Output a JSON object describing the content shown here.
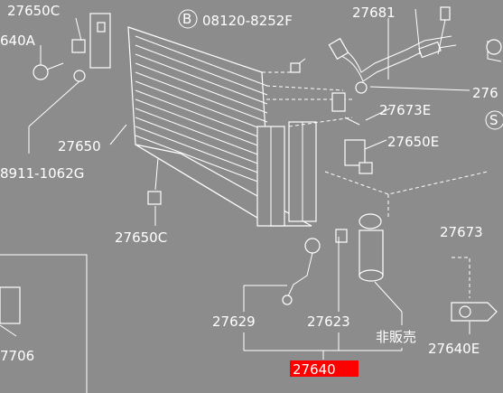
{
  "labels": {
    "p27650c_top": "27650C",
    "p640a": "640A",
    "b_circle": "B",
    "p08120": "08120-8252F",
    "p27681": "27681",
    "p276_right": "276",
    "p27673e": "27673E",
    "s_circle": "S",
    "p27650": "27650",
    "p27650e": "27650E",
    "p08911": "8911-1062G",
    "p27650c_bottom": "27650C",
    "p27673_right": "27673",
    "p27629": "27629",
    "p27623": "27623",
    "hihanbai": "非販売",
    "p27640e": "27640E",
    "p27706": "7706",
    "p27640": "27640"
  },
  "colors": {
    "background": "#8c8c8c",
    "lines": "#ffffff",
    "highlight": "#ff0000"
  }
}
